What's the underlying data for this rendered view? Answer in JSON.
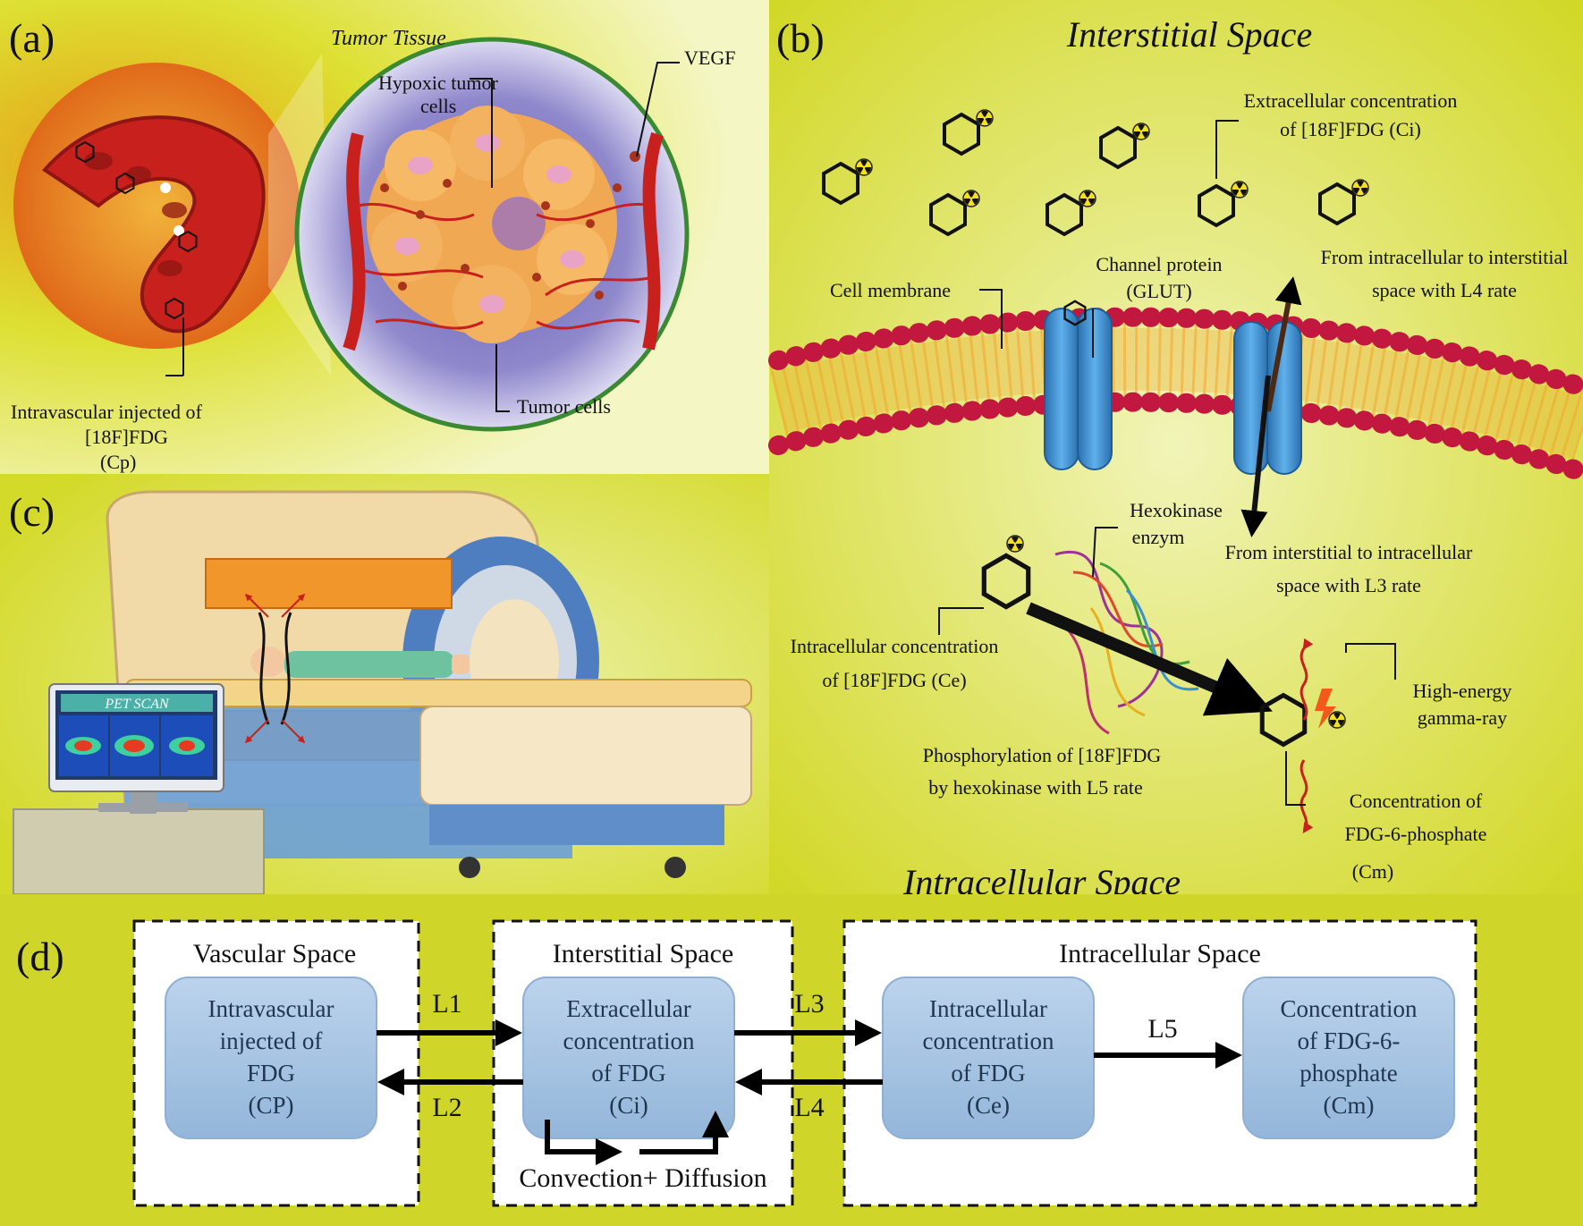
{
  "panel_a": {
    "label": "(a)",
    "tumor_tissue": "Tumor Tissue",
    "hypoxic_1": "Hypoxic tumor",
    "hypoxic_2": "cells",
    "vegf": "VEGF",
    "tumor_cells": "Tumor cells",
    "intravascular_1": "Intravascular injected of",
    "intravascular_2": "[18F]FDG",
    "intravascular_3": "(Cp)"
  },
  "panel_b": {
    "label": "(b)",
    "interstitial_space": "Interstitial Space",
    "intracellular_space": "Intracellular Space",
    "extracellular_1": "Extracellular concentration",
    "extracellular_2": "of [18F]FDG (Ci)",
    "cell_membrane": "Cell membrane",
    "channel_protein_1": "Channel protein",
    "channel_protein_2": "(GLUT)",
    "from_intra_1": "From intracellular to interstitial",
    "from_intra_2": "space with L4 rate",
    "from_inter_1": "From interstitial to intracellular",
    "from_inter_2": "space with L3 rate",
    "hexokinase_1": "Hexokinase",
    "hexokinase_2": "enzym",
    "intracellular_conc_1": "Intracellular concentration",
    "intracellular_conc_2": "of [18F]FDG (Ce)",
    "phosphorylation_1": "Phosphorylation of [18F]FDG",
    "phosphorylation_2": "by hexokinase with L5 rate",
    "gamma_1": "High-energy",
    "gamma_2": "gamma-ray",
    "fdg6p_1": "Concentration of",
    "fdg6p_2": "FDG-6-phosphate",
    "fdg6p_3": "(Cm)"
  },
  "panel_c": {
    "label": "(c)",
    "pet_scan": "PET SCAN"
  },
  "panel_d": {
    "label": "(d)",
    "spaces": [
      "Vascular Space",
      "Interstitial Space",
      "Intracellular Space"
    ],
    "boxes": [
      {
        "lines": [
          "Intravascular",
          "injected of",
          "FDG",
          "(CP)"
        ]
      },
      {
        "lines": [
          "Extracellular",
          "concentration",
          "of FDG",
          "(Ci)"
        ]
      },
      {
        "lines": [
          "Intracellular",
          "concentration",
          "of FDG",
          "(Ce)"
        ]
      },
      {
        "lines": [
          "Concentration",
          "of FDG-6-",
          "phosphate",
          "(Cm)"
        ]
      }
    ],
    "rates": [
      "L1",
      "L2",
      "L3",
      "L4",
      "L5"
    ],
    "convection": "Convection+ Diffusion"
  },
  "colors": {
    "panel_bg_yellow": "#d6dc2a",
    "box_fill": "#a6c4e2",
    "membrane_head": "#c2173f",
    "glut": "#3e8fd0",
    "vessel": "#c8201c"
  }
}
